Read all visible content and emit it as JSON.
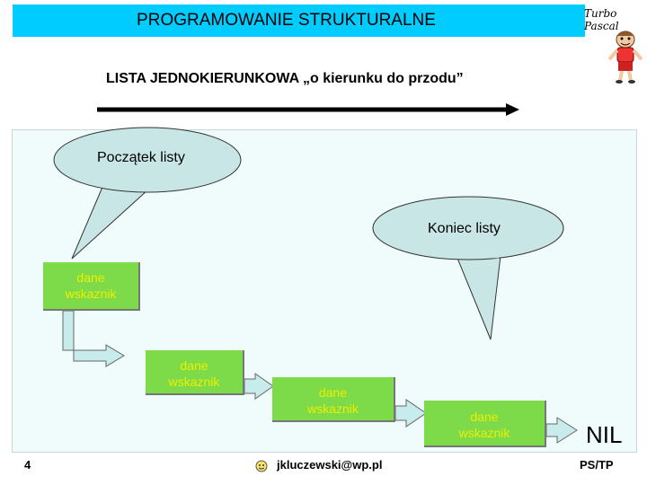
{
  "title": "PROGRAMOWANIE STRUKTURALNE",
  "brand": "Turbo Pascal",
  "subtitle": "LISTA JEDNOKIERUNKOWA „o kierunku do przodu”",
  "callouts": {
    "start": "Początek listy",
    "end": "Koniec listy"
  },
  "nodes": [
    {
      "line1": "dane",
      "line2": "wskaznik"
    },
    {
      "line1": "dane",
      "line2": "wskaznik"
    },
    {
      "line1": "dane",
      "line2": "wskaznik"
    },
    {
      "line1": "dane",
      "line2": "wskaznik"
    }
  ],
  "nil": "NIL",
  "footer": {
    "page_number": "4",
    "email": "jkluczewski@wp.pl",
    "course": "PS/TP"
  },
  "icons": [
    "cartoon-mascot-icon",
    "clipart-icon"
  ],
  "colors": {
    "title_bar": "#00ccff",
    "callout_fill": "#c9e6e6",
    "node_fill": "#7ddb4a",
    "node_text": "#eeee00",
    "arrow": "#000000",
    "connector": "#c8ecec"
  }
}
